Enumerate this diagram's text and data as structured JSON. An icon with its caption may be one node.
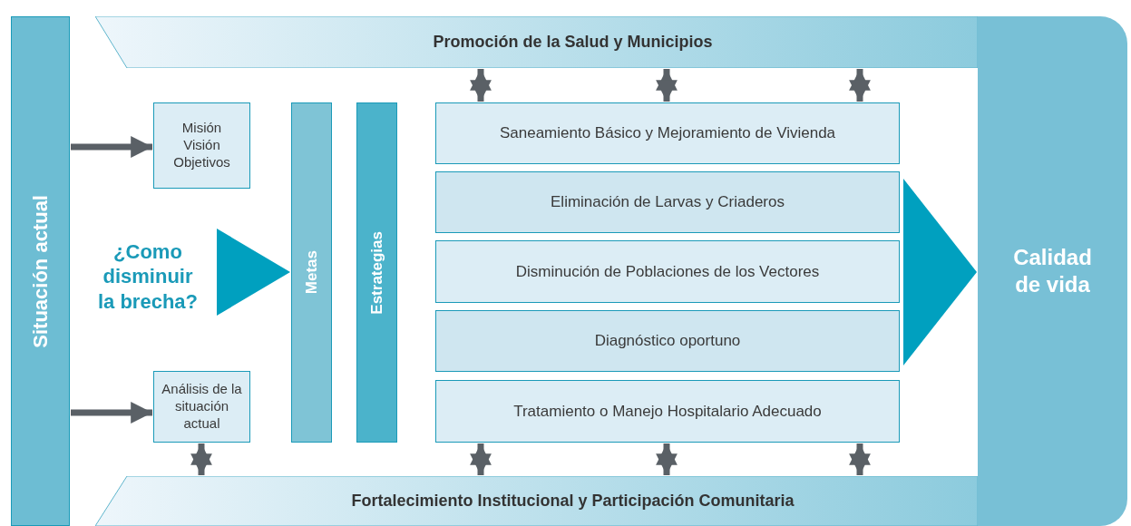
{
  "diagram": {
    "nodes": [
      {
        "text": [
          "Situación actual"
        ]
      },
      {
        "text": [
          "Promoción de la Salud y Municipios"
        ]
      },
      {
        "text": [
          "Misión Visión Objetivos"
        ]
      },
      {
        "text": [
          "¿Como disminuir la brecha?"
        ]
      },
      {
        "text": [
          "Análisis de la situación actual"
        ]
      },
      {
        "text": [
          "Metas"
        ]
      },
      {
        "text": [
          "Estrategias"
        ]
      },
      {
        "text": [
          "Saneamiento Básico y Mejoramiento de Vivienda"
        ]
      },
      {
        "text": [
          "Eliminación de Larvas y Criaderos"
        ]
      },
      {
        "text": [
          "Disminución de Poblaciones de los Vectores"
        ]
      },
      {
        "text": [
          "Diagnóstico oportuno"
        ]
      },
      {
        "text": [
          "Tratamiento o Manejo Hospitalario Adecuado"
        ]
      },
      {
        "text": [
          "Calidad de vida"
        ]
      },
      {
        "text": [
          "Fortalecimiento Institucional y Participación Comunitaria"
        ]
      }
    ],
    "edges": [
      {
        "from": 0,
        "to": 2,
        "arrow": "to"
      },
      {
        "from": 0,
        "to": 4,
        "arrow": "to"
      },
      {
        "from": 3,
        "to": 5,
        "arrow": "to",
        "style": "thick",
        "color": "#00a0bf"
      },
      {
        "from": 1,
        "to": 7,
        "arrow": "both"
      },
      {
        "from": 1,
        "to": 7,
        "arrow": "both"
      },
      {
        "from": 1,
        "to": 7,
        "arrow": "both"
      },
      {
        "from": 4,
        "to": 13,
        "arrow": "both"
      },
      {
        "from": 11,
        "to": 13,
        "arrow": "both"
      },
      {
        "from": 11,
        "to": 13,
        "arrow": "both"
      },
      {
        "from": 11,
        "to": 13,
        "arrow": "both"
      },
      {
        "from": null,
        "to": 12,
        "arrow": "to",
        "style": "thick",
        "color": "#00a0bf"
      }
    ]
  }
}
